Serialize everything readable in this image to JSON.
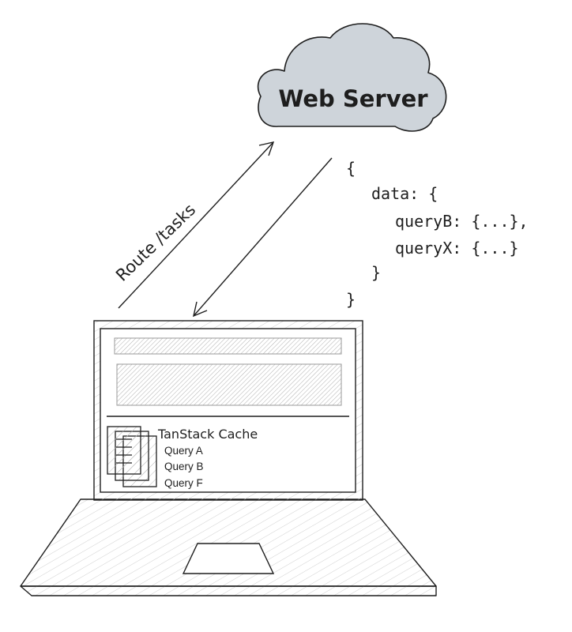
{
  "cloud": {
    "label": "Web Server",
    "fill": "#ced4da"
  },
  "request_arrow": {
    "label": "Route /tasks"
  },
  "response_json": {
    "lines": [
      "{",
      "data: {",
      "queryB: {...},",
      "queryX: {...}",
      "}",
      "}"
    ]
  },
  "cache": {
    "title": "TanStack Cache",
    "queries": [
      "Query A",
      "Query B",
      "Query F"
    ]
  },
  "colors": {
    "stroke": "#1e1e1e",
    "hatch": "#c8c8c8"
  }
}
